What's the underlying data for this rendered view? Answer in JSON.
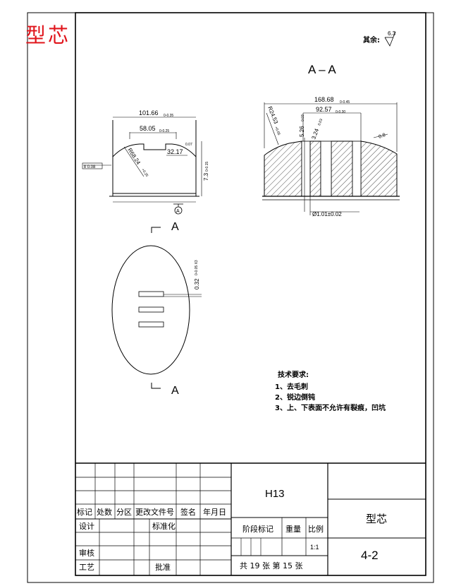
{
  "sheet_title": "型芯",
  "roughness": {
    "label": "其余:",
    "value": "6.3"
  },
  "section_title": "A – A",
  "section_mark": "A",
  "section_labels": {
    "top": "A",
    "bottom": "A"
  },
  "dims_left": {
    "width_total": "101.66",
    "width_total_tol": "0-0.35",
    "width_inner": "58.05",
    "width_inner_tol": "0-0.25",
    "small_width": "32.17",
    "small_width_tol": "0.07",
    "radius": "R68.24",
    "radius_tol": "+0.25",
    "height": "7.3",
    "height_tol": "0-0.15",
    "flat": "Ⅱ 0.08"
  },
  "dims_section": {
    "width_total": "168.68",
    "width_total_tol": "0-0.45",
    "width_mid": "92.57",
    "width_mid_tol": "0-0.30",
    "radius": "R24.53",
    "radius_tol": "+0.05",
    "v1": "5.26",
    "v1_tol": "0.03",
    "v2": "3.24",
    "v2_tol": "0.03",
    "angle": "0.8",
    "dia": "Ø1.01±0.02"
  },
  "dims_top": {
    "slot": "0.32",
    "slot_tol": "0-0.05 X3"
  },
  "tech_req": {
    "title": "技术要求:",
    "items": [
      "1、去毛刺",
      "2、锐边倒钝",
      "3、上、下表面不允许有裂痕，凹坑"
    ]
  },
  "title_block": {
    "material": "H13",
    "part_name": "型芯",
    "drawing_no": "4-2",
    "row_headers": [
      "标记",
      "处数",
      "分区",
      "更改文件号",
      "签名",
      "年月日"
    ],
    "design": "设计",
    "standardize": "标准化",
    "review": "审核",
    "process": "工艺",
    "approve": "批准",
    "stage": "阶段标记",
    "weight": "重量",
    "scale_label": "比例",
    "scale": "1:1",
    "sheets": "共 19 张  第 15 张"
  }
}
